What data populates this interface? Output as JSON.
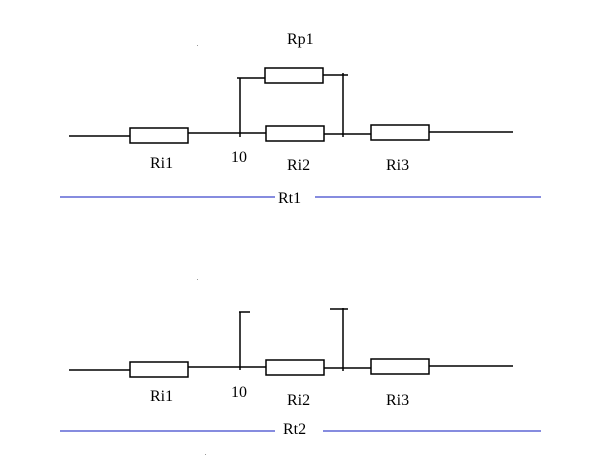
{
  "diagram": {
    "top_circuit": {
      "parallel_label": "Rp1",
      "node_label": "10",
      "resistors": [
        {
          "id": "Ri1",
          "label": "Ri1"
        },
        {
          "id": "Ri2",
          "label": "Ri2"
        },
        {
          "id": "Ri3",
          "label": "Ri3"
        },
        {
          "id": "Rp1",
          "label": ""
        }
      ],
      "total_label": "Rt1"
    },
    "bottom_circuit": {
      "node_label": "10",
      "resistors": [
        {
          "id": "Ri1",
          "label": "Ri1"
        },
        {
          "id": "Ri2",
          "label": "Ri2"
        },
        {
          "id": "Ri3",
          "label": "Ri3"
        }
      ],
      "total_label": "Rt2"
    },
    "colors": {
      "wire": "#000000",
      "dimension_line": "#3f48cc"
    }
  }
}
